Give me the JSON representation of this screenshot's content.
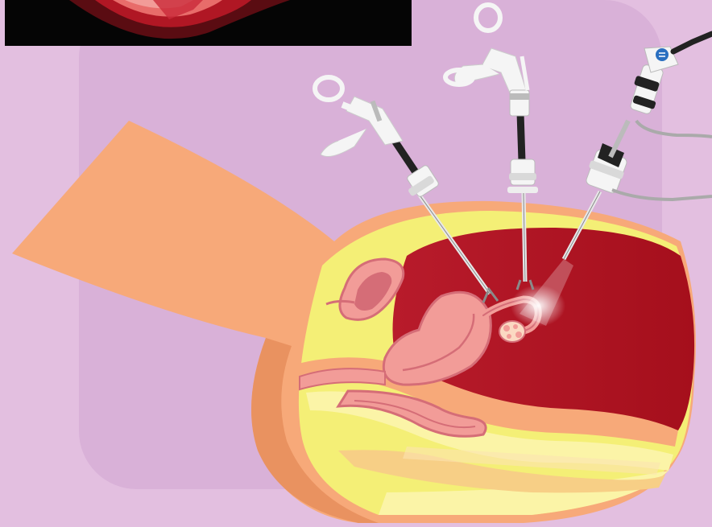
{
  "scene": {
    "type": "medical-illustration",
    "subject": "laparoscopy",
    "instruments": [
      {
        "name": "grasper",
        "icon": "grasper-icon"
      },
      {
        "name": "grasper",
        "icon": "grasper-icon"
      },
      {
        "name": "laparoscope",
        "icon": "laparoscope-icon"
      }
    ]
  },
  "colors": {
    "background": "#e3bfe0",
    "panel": "#d9b1d8",
    "skin": "#f7a979",
    "skin_dark": "#e99260",
    "fat": "#f4ef76",
    "fat_light": "#fbf4a7",
    "cavity": "#ad1420",
    "organ": "#f29c98",
    "organ_dark": "#d56d77",
    "instrument": "#f5f5f5",
    "instrument_dark": "#222222",
    "inset_black": "#050505"
  }
}
